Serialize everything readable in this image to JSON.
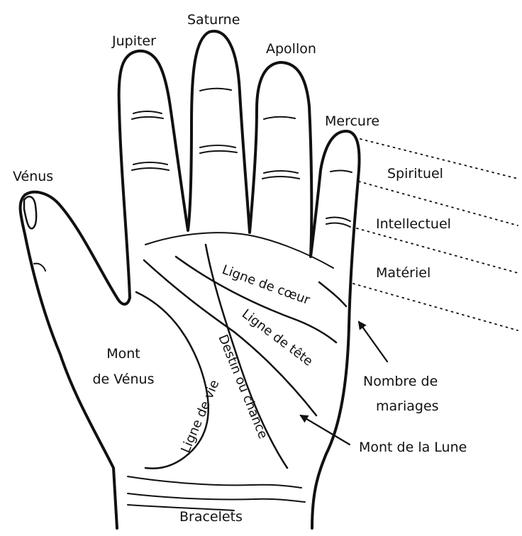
{
  "colors": {
    "ink": "#111111",
    "paper": "#ffffff"
  },
  "fingers": {
    "thumb": "Vénus",
    "index": "Jupiter",
    "middle": "Saturne",
    "ring": "Apollon",
    "little": "Mercure"
  },
  "phalanges": {
    "spiritual": "Spirituel",
    "intellectual": "Intellectuel",
    "material": "Matériel"
  },
  "palm": {
    "mount_venus_line1": "Mont",
    "mount_venus_line2": "de Vénus",
    "heart_line": "Ligne de cœur",
    "head_line": "Ligne de tête",
    "life_line": "Ligne de vie",
    "fate_line": "Destin ou chance",
    "marriages_line1": "Nombre de",
    "marriages_line2": "mariages",
    "mount_moon": "Mont de la Lune",
    "bracelets": "Bracelets"
  }
}
